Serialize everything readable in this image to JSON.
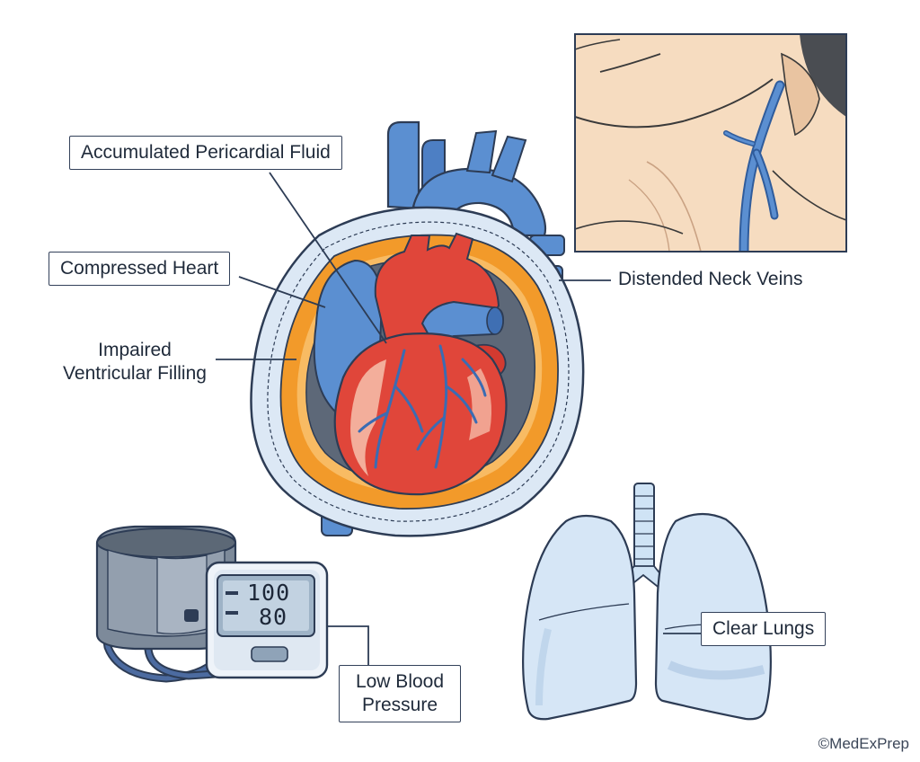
{
  "labels": {
    "pericardial_fluid": "Accumulated Pericardial Fluid",
    "compressed_heart": "Compressed Heart",
    "impaired_line1": "Impaired",
    "impaired_line2": "Ventricular Filling",
    "neck_veins": "Distended Neck Veins",
    "bp_line1": "Low Blood",
    "bp_line2": "Pressure",
    "clear_lungs": "Clear Lungs"
  },
  "monitor": {
    "systolic": "100",
    "diastolic": "80"
  },
  "copyright": "©MedExPrep",
  "colors": {
    "outline": "#2d3c55",
    "vein_blue": "#5b8fd1",
    "heart_red": "#e0463a",
    "fluid_orange": "#f29a2a",
    "lung_blue": "#cfe3f5",
    "skin": "#f6dcc0"
  }
}
